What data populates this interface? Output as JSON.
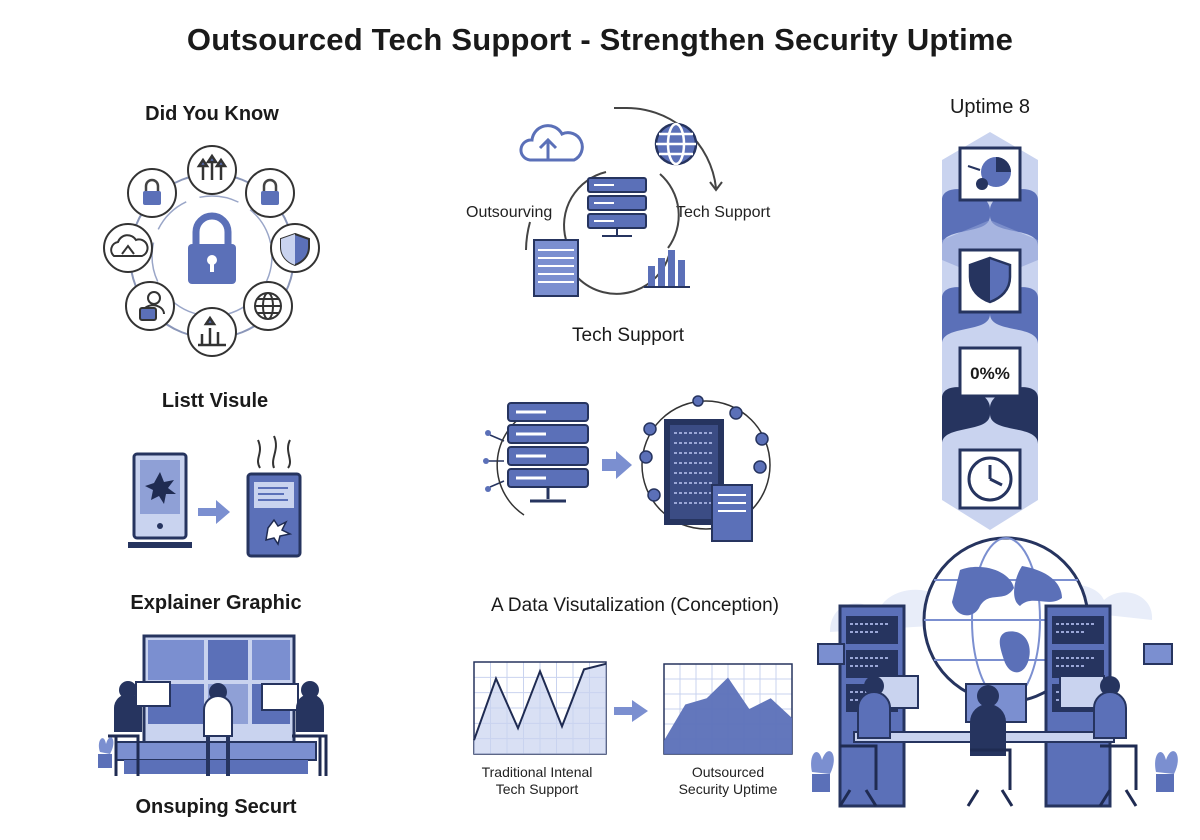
{
  "title": "Outsourced Tech Support - Strengthen Security Uptime",
  "sections": {
    "did_you_know": "Did You Know",
    "listt_visule": "Listt Visule",
    "explainer_graphic": "Explainer Graphic",
    "onsuping_secure": "Onsuping Securt",
    "cycle_left": "Outsourving",
    "cycle_right": "Tech Support",
    "cycle_bottom": "Tech Support",
    "data_viz": "A Data Visutalization (Conception)",
    "chart_left_caption_1": "Traditional Intenal",
    "chart_left_caption_2": "Tech Support",
    "chart_right_caption_1": "Outsourced",
    "chart_right_caption_2": "Security Uptime",
    "uptime": "Uptime 8",
    "uptime_percent": "0%%"
  },
  "colors": {
    "navy": "#26345f",
    "blue": "#5b70b8",
    "light": "#c9d3ef"
  },
  "chart_data": [
    {
      "type": "line",
      "x": [
        0,
        1,
        2,
        3,
        4,
        5,
        6
      ],
      "values": [
        0.15,
        0.82,
        0.28,
        0.9,
        0.3,
        0.92,
        0.98
      ],
      "ylim": [
        0,
        1
      ]
    },
    {
      "type": "area",
      "x": [
        0,
        1,
        2,
        3,
        4,
        5,
        6
      ],
      "values": [
        0.15,
        0.55,
        0.62,
        0.85,
        0.5,
        0.62,
        0.4
      ],
      "ylim": [
        0,
        1
      ]
    }
  ]
}
